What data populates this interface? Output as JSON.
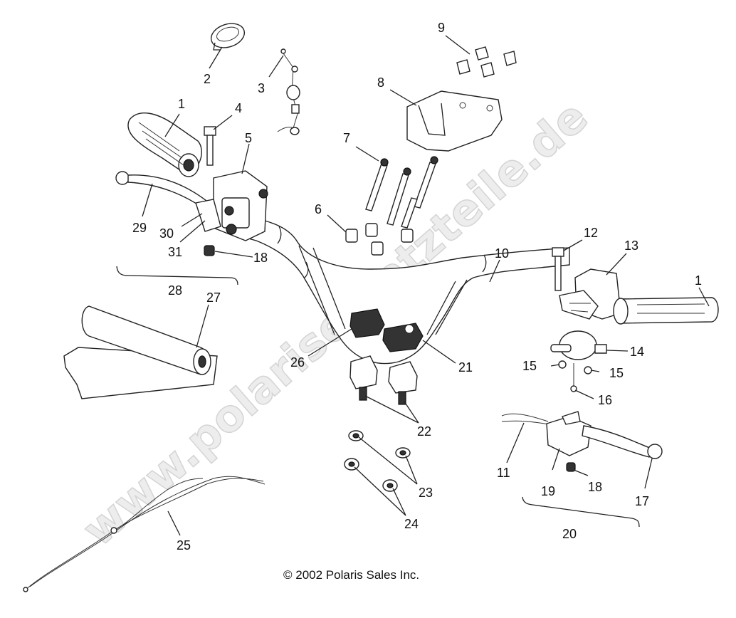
{
  "watermark": "www.polarisersatzteile.de",
  "copyright": "© 2002 Polaris Sales Inc.",
  "callouts": {
    "c1a": "1",
    "c1b": "1",
    "c2": "2",
    "c3": "3",
    "c4": "4",
    "c5": "5",
    "c6": "6",
    "c7": "7",
    "c8": "8",
    "c9": "9",
    "c10": "10",
    "c11": "11",
    "c12": "12",
    "c13": "13",
    "c14": "14",
    "c15a": "15",
    "c15b": "15",
    "c16": "16",
    "c17": "17",
    "c18a": "18",
    "c18b": "18",
    "c19": "19",
    "c20": "20",
    "c21": "21",
    "c22": "22",
    "c23": "23",
    "c24": "24",
    "c25": "25",
    "c26": "26",
    "c27": "27",
    "c28": "28",
    "c29": "29",
    "c30": "30",
    "c31": "31"
  }
}
